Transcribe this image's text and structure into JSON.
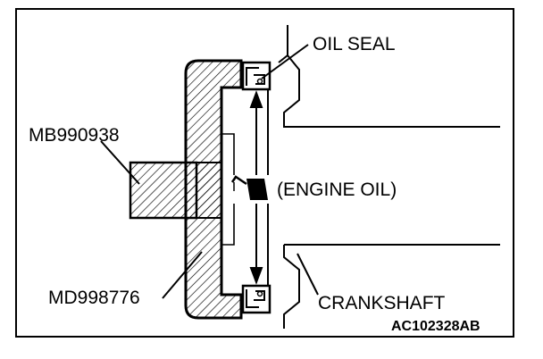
{
  "figure": {
    "labels": {
      "oil_seal": "OIL SEAL",
      "tool_handle": "MB990938",
      "tool_installer": "MD998776",
      "engine_oil": "(ENGINE OIL)",
      "crankshaft": "CRANKSHAFT"
    },
    "figure_code": "AC102328AB",
    "icons": [
      "oil-can-icon"
    ]
  }
}
